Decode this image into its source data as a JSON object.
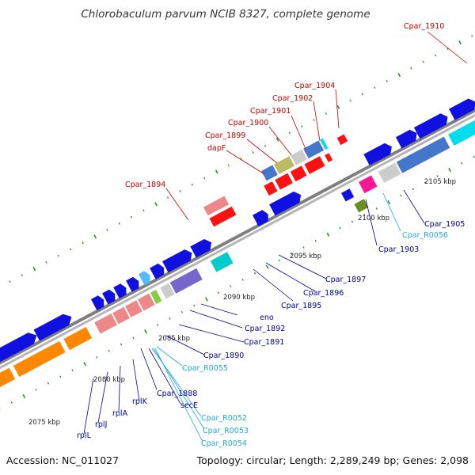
{
  "title": "Chlorobaculum parvum NCIB 8327, complete genome",
  "accession": "Accession: NC_011027",
  "topology": "Topology: circular; Length: 2,289,249 bp; Genes: 2,098",
  "colors": {
    "backbone": "#8c8c8c",
    "tick": "#2e8b2e",
    "label_red": "#cc0000",
    "label_blue": "#000099",
    "label_cyan": "#22aadd"
  },
  "scale_labels": [
    "2075 kbp",
    "2080 kbp",
    "2085 kbp",
    "2090 kbp",
    "2095 kbp",
    "2100 kbp",
    "2105 kbp"
  ],
  "labels": {
    "cpar_1910": "Cpar_1910",
    "cpar_1904": "Cpar_1904",
    "cpar_1902": "Cpar_1902",
    "cpar_1901": "Cpar_1901",
    "cpar_1900": "Cpar_1900",
    "cpar_1899": "Cpar_1899",
    "dapF": "dapF",
    "cpar_1894": "Cpar_1894",
    "cpar_1905": "Cpar_1905",
    "cpar_r0056": "Cpar_R0056",
    "cpar_1903": "Cpar_1903",
    "cpar_1897": "Cpar_1897",
    "cpar_1896": "Cpar_1896",
    "cpar_1895": "Cpar_1895",
    "eno": "eno",
    "cpar_1892": "Cpar_1892",
    "cpar_1891": "Cpar_1891",
    "cpar_1890": "Cpar_1890",
    "cpar_r0055": "Cpar_R0055",
    "cpar_1888": "Cpar_1888",
    "secE": "secE",
    "cpar_r0052": "Cpar_R0052",
    "cpar_r0053": "Cpar_R0053",
    "cpar_r0054": "Cpar_R0054",
    "rplK": "rplK",
    "rplA": "rplA",
    "rplJ": "rplJ",
    "rplL": "rplL"
  }
}
